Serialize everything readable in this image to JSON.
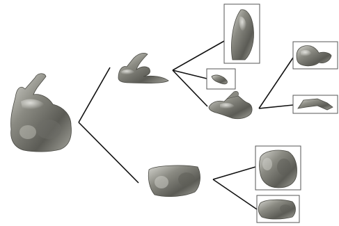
{
  "diagram": {
    "nodes": [
      {
        "id": "root",
        "shape": "bunny-whole"
      },
      {
        "id": "top-part",
        "shape": "bunny-upper-slice"
      },
      {
        "id": "bottom-part",
        "shape": "bunny-lower-slice"
      },
      {
        "id": "ear",
        "shape": "ear-piece"
      },
      {
        "id": "small-piece",
        "shape": "small-fragment"
      },
      {
        "id": "head",
        "shape": "bunny-head"
      },
      {
        "id": "head-top",
        "shape": "head-upper-fragment"
      },
      {
        "id": "head-bottom",
        "shape": "head-lower-fragment"
      },
      {
        "id": "body-side",
        "shape": "body-side-fragment"
      },
      {
        "id": "body-base",
        "shape": "body-base-fragment"
      }
    ],
    "edges": [
      [
        "root",
        "top-part"
      ],
      [
        "root",
        "bottom-part"
      ],
      [
        "top-part",
        "ear"
      ],
      [
        "top-part",
        "small-piece"
      ],
      [
        "top-part",
        "head"
      ],
      [
        "head",
        "head-top"
      ],
      [
        "head",
        "head-bottom"
      ],
      [
        "bottom-part",
        "body-side"
      ],
      [
        "bottom-part",
        "body-base"
      ]
    ],
    "colors": {
      "surface": "#8a8a82",
      "surface_dark": "#4a4a44",
      "surface_light": "#d6d6d0",
      "edge": "#111111",
      "frame": "#555555"
    }
  }
}
